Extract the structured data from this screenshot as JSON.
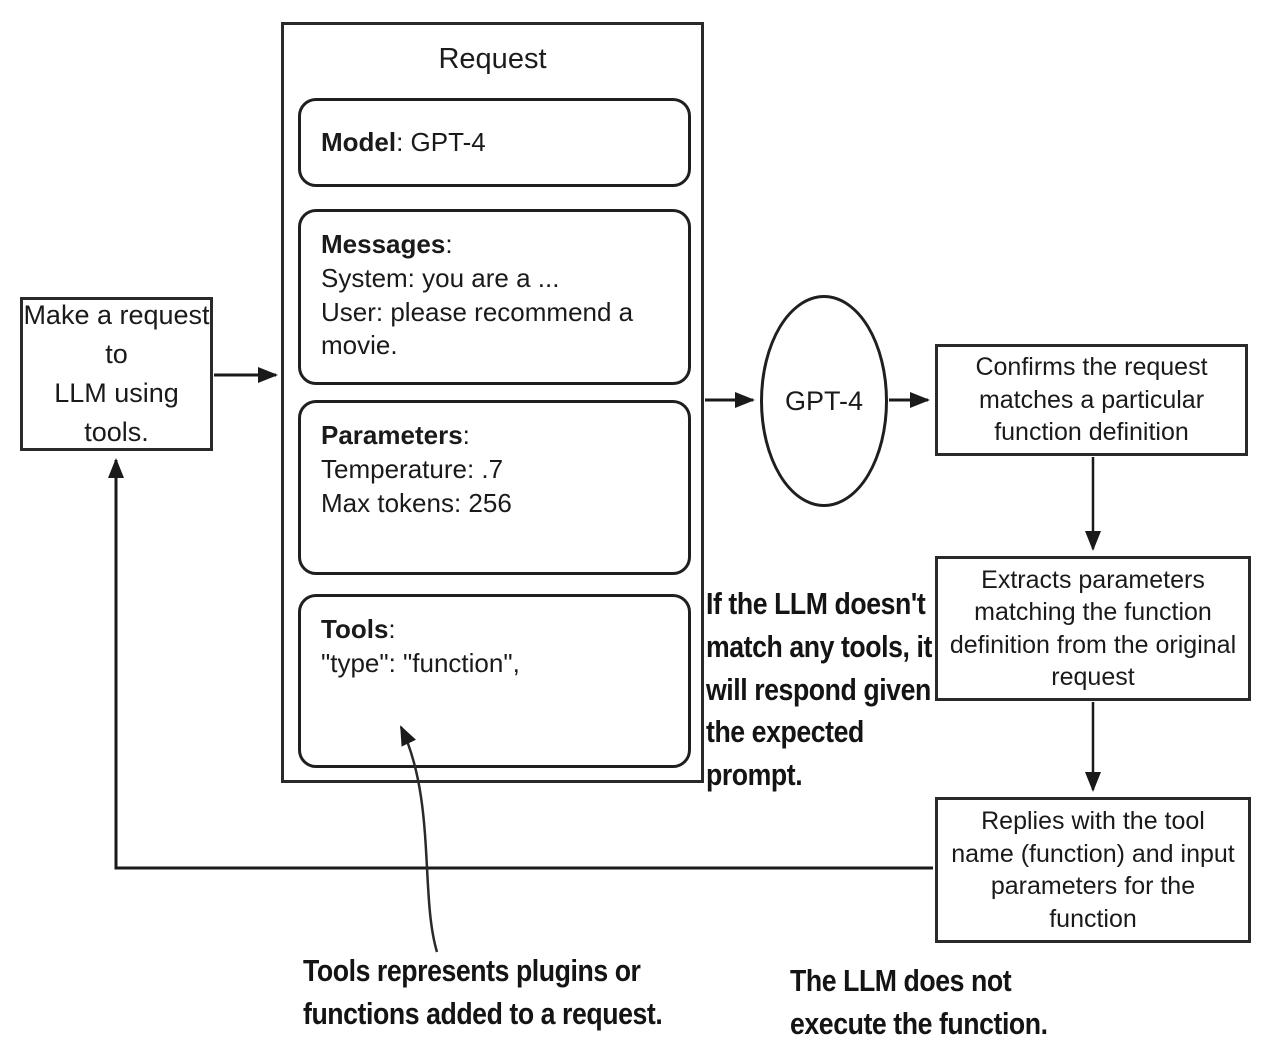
{
  "left_box": {
    "text": "Make a request to\nLLM using tools."
  },
  "request": {
    "title": "Request",
    "sections": {
      "model": {
        "label": "Model",
        "rest": ": GPT-4"
      },
      "messages": {
        "label": "Messages",
        "rest": ":",
        "lines": [
          "System: you are a ...",
          "User: please recommend a movie."
        ]
      },
      "parameters": {
        "label": "Parameters",
        "rest": ":",
        "lines": [
          "Temperature: .7",
          "Max tokens: 256"
        ]
      },
      "tools": {
        "label": "Tools",
        "rest": ":",
        "lines": [
          "\"type\": \"function\","
        ]
      }
    }
  },
  "llm_node": {
    "label": "GPT-4"
  },
  "steps": [
    {
      "text": "Confirms the request matches a particular function definition"
    },
    {
      "text": "Extracts parameters matching the function definition from the original request"
    },
    {
      "text": "Replies with the tool name (function) and input parameters for the function"
    }
  ],
  "annotations": {
    "no_match": "If the LLM doesn't\nmatch any tools, it\nwill respond given\nthe expected prompt.",
    "tools_note": "Tools represents plugins or\nfunctions added to a request.",
    "no_execute": "The LLM does not\nexecute the function."
  },
  "colors": {
    "ink": "#1a1a1a",
    "background": "#ffffff"
  }
}
